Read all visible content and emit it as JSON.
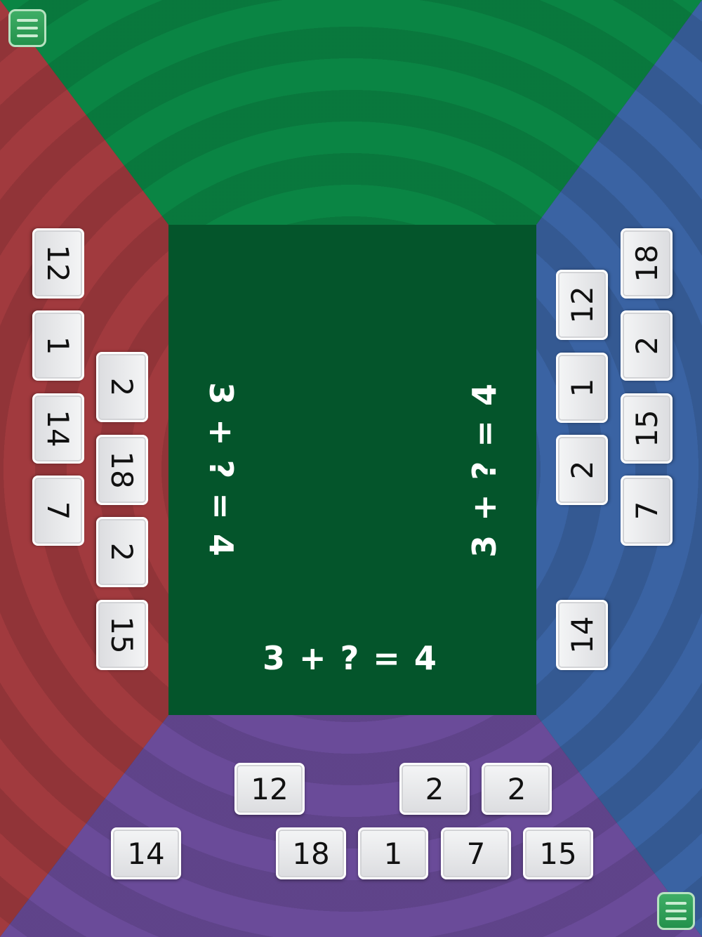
{
  "colors": {
    "green": "#0a8544",
    "red": "#a13a3e",
    "blue": "#3a63a3",
    "purple": "#6a4b99",
    "board": "#04552b"
  },
  "equation": {
    "horizontal": "3 + ? = 4",
    "left": "3 + ? = 4",
    "right": "3 + ? = 4"
  },
  "tiles": {
    "left": [
      "12",
      "1",
      "14",
      "7",
      "2",
      "18",
      "2",
      "15"
    ],
    "right": [
      "12",
      "1",
      "2",
      "14",
      "18",
      "2",
      "15",
      "7"
    ],
    "bottom": [
      "12",
      "2",
      "2",
      "14",
      "18",
      "1",
      "7",
      "15"
    ]
  },
  "icons": {
    "menu": "hamburger-menu-icon"
  }
}
